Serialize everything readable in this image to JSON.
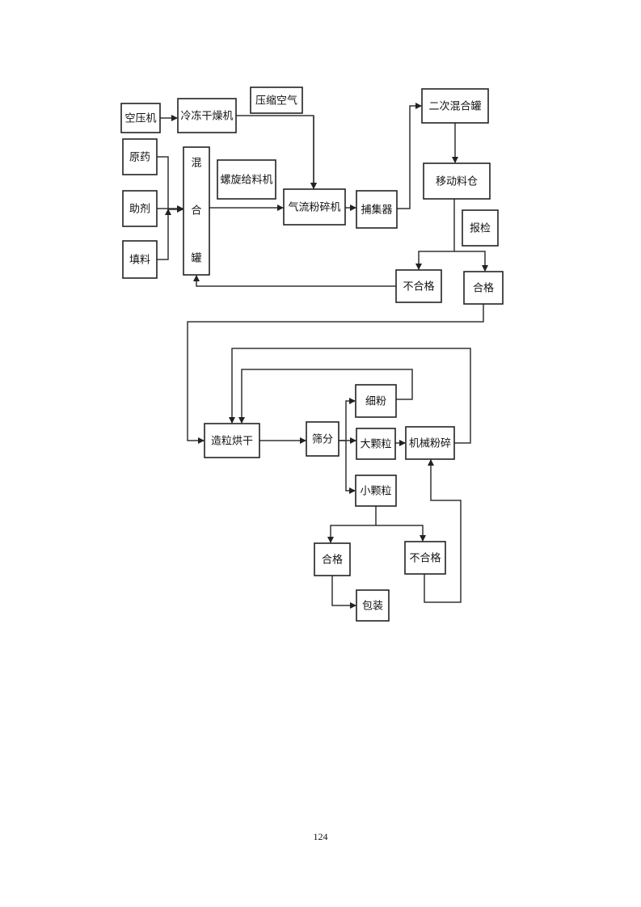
{
  "document": {
    "page_number": "124"
  },
  "diagram": {
    "title": "Production process flow chart",
    "nodes": [
      {
        "id": "air_compressor",
        "label": "空压机"
      },
      {
        "id": "freeze_dryer",
        "label": "冷冻干燥机"
      },
      {
        "id": "compressed_air",
        "label": "压缩空气"
      },
      {
        "id": "raw_drug",
        "label": "原药"
      },
      {
        "id": "auxiliary",
        "label": "助剂"
      },
      {
        "id": "filler",
        "label": "填料"
      },
      {
        "id": "mixing_tank",
        "label": "混合罐",
        "vertical": true
      },
      {
        "id": "screw_feeder",
        "label": "螺旋给料机"
      },
      {
        "id": "jet_mill",
        "label": "气流粉碎机"
      },
      {
        "id": "collector",
        "label": "捕集器"
      },
      {
        "id": "secondary_mixing_tank",
        "label": "二次混合罐"
      },
      {
        "id": "mobile_bin",
        "label": "移动料仓"
      },
      {
        "id": "inspection",
        "label": "报检"
      },
      {
        "id": "unqualified_1",
        "label": "不合格"
      },
      {
        "id": "qualified_1",
        "label": "合格"
      },
      {
        "id": "granulation_drying",
        "label": "造粒烘干"
      },
      {
        "id": "sieving",
        "label": "筛分"
      },
      {
        "id": "fine_powder",
        "label": "细粉"
      },
      {
        "id": "large_granules",
        "label": "大颗粒"
      },
      {
        "id": "mechanical_crushing",
        "label": "机械粉碎"
      },
      {
        "id": "small_granules",
        "label": "小颗粒"
      },
      {
        "id": "qualified_2",
        "label": "合格"
      },
      {
        "id": "unqualified_2",
        "label": "不合格"
      },
      {
        "id": "packaging",
        "label": "包装"
      }
    ],
    "edges": [
      {
        "from": "air_compressor",
        "to": "freeze_dryer"
      },
      {
        "from": "freeze_dryer",
        "to": "jet_mill"
      },
      {
        "from": "compressed_air",
        "to": "jet_mill"
      },
      {
        "from": "raw_drug",
        "to": "mixing_tank"
      },
      {
        "from": "auxiliary",
        "to": "mixing_tank"
      },
      {
        "from": "filler",
        "to": "mixing_tank"
      },
      {
        "from": "mixing_tank",
        "to": "jet_mill",
        "via": "screw_feeder"
      },
      {
        "from": "jet_mill",
        "to": "collector"
      },
      {
        "from": "collector",
        "to": "secondary_mixing_tank"
      },
      {
        "from": "secondary_mixing_tank",
        "to": "mobile_bin"
      },
      {
        "from": "mobile_bin",
        "to": "unqualified_1",
        "via": "inspection"
      },
      {
        "from": "mobile_bin",
        "to": "qualified_1",
        "via": "inspection"
      },
      {
        "from": "unqualified_1",
        "to": "mixing_tank"
      },
      {
        "from": "qualified_1",
        "to": "granulation_drying"
      },
      {
        "from": "granulation_drying",
        "to": "sieving"
      },
      {
        "from": "sieving",
        "to": "fine_powder"
      },
      {
        "from": "sieving",
        "to": "large_granules"
      },
      {
        "from": "sieving",
        "to": "small_granules"
      },
      {
        "from": "fine_powder",
        "to": "granulation_drying"
      },
      {
        "from": "large_granules",
        "to": "mechanical_crushing"
      },
      {
        "from": "mechanical_crushing",
        "to": "granulation_drying"
      },
      {
        "from": "small_granules",
        "to": "qualified_2"
      },
      {
        "from": "small_granules",
        "to": "unqualified_2"
      },
      {
        "from": "qualified_2",
        "to": "packaging"
      },
      {
        "from": "unqualified_2",
        "to": "mechanical_crushing"
      }
    ]
  }
}
